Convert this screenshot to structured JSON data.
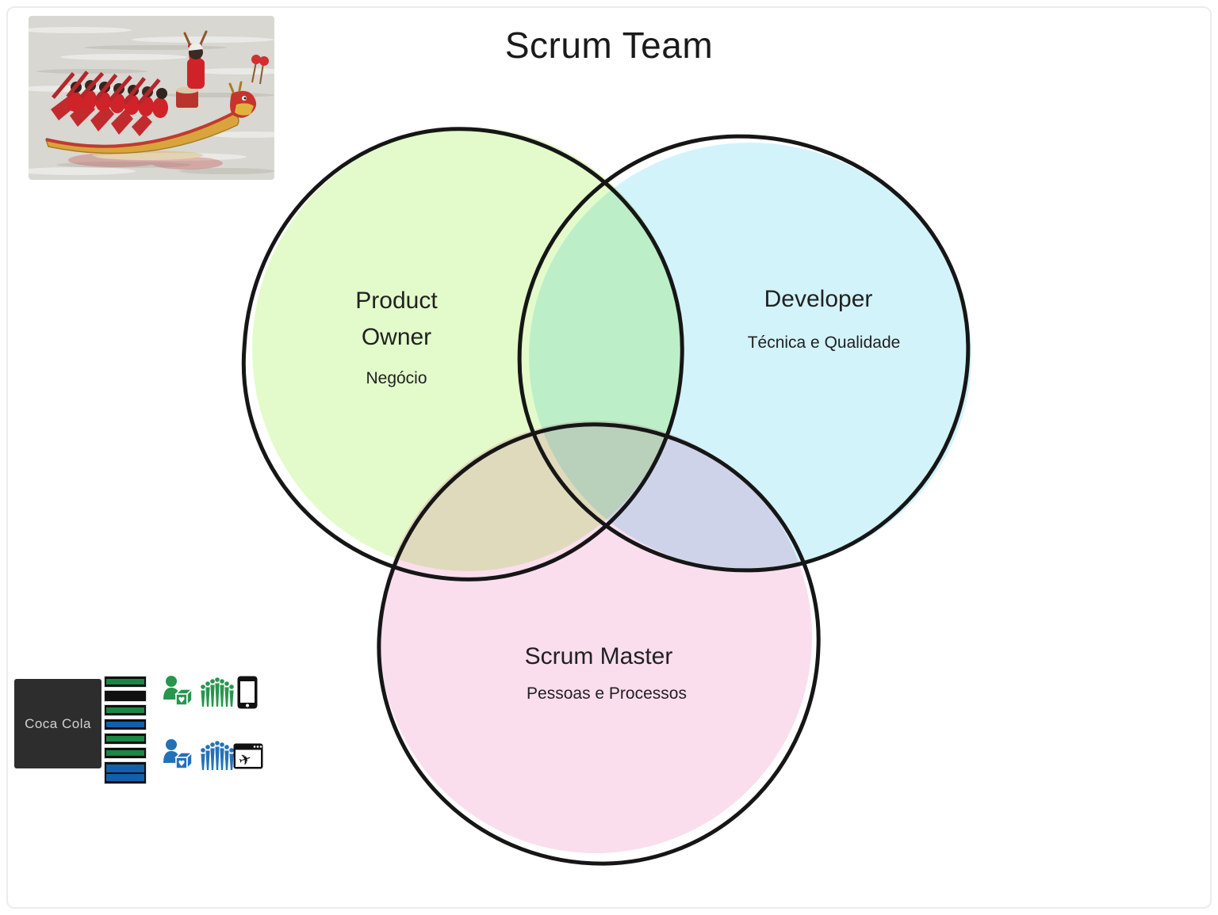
{
  "page": {
    "title": "Scrum Team",
    "canvas_border_color": "#ececec",
    "background": "#ffffff"
  },
  "venn": {
    "stroke_color": "#161616",
    "circles": [
      {
        "name": "product-owner",
        "label": "Product Owner",
        "sublabel": "Negócio",
        "fill": "#e3fbca"
      },
      {
        "name": "developer",
        "label": "Developer",
        "sublabel": "Técnica e Qualidade",
        "fill": "#d3f3fb"
      },
      {
        "name": "scrum-master",
        "label": "Scrum Master",
        "sublabel": "Pessoas e Processos",
        "fill": "#fbdeee"
      }
    ]
  },
  "images": {
    "dragon_boat_alt": "dragon-boat-racing-crew-photo"
  },
  "legend": {
    "card_label": "Coca Cola",
    "card_bg": "#2d2d2d",
    "card_text_color": "#d2d2d2",
    "bar_colors": [
      "#1a8745",
      "#101010",
      "#1a8745",
      "#1060ae",
      "#1a8745",
      "#1a8745"
    ],
    "double_bar_colors": [
      "#1060ae",
      "#1060ae"
    ],
    "icon_green": "#28964e",
    "icon_blue": "#2372b9",
    "icon_black": "#111111",
    "icons_row1": [
      "customer-with-product-icon",
      "team-icon",
      "mobile-phone-icon"
    ],
    "icons_row2": [
      "customer-with-product-icon",
      "team-icon",
      "travel-website-icon"
    ]
  }
}
